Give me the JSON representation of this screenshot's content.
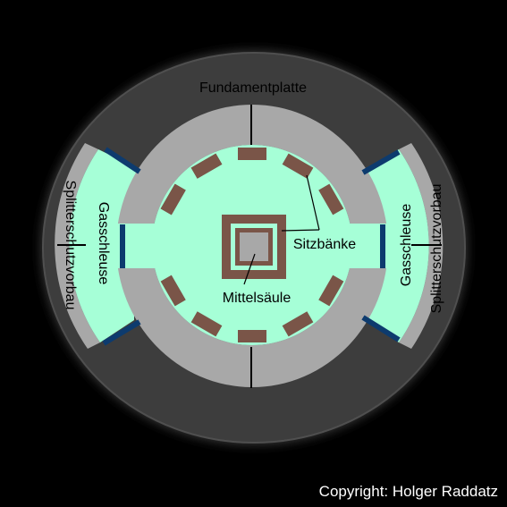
{
  "labels": {
    "foundation": "Fundamentplatte",
    "splinter_left": "Splitterschutzvorbau",
    "splinter_right": "Splitterschutzvorbau",
    "airlock_left": "Gasschleuse",
    "airlock_right": "Gasschleuse",
    "benches": "Sitzbänke",
    "center_column": "Mittelsäule"
  },
  "copyright": "Copyright: Holger Raddatz",
  "colors": {
    "background": "#000000",
    "foundation": "#3c3c3c",
    "wall": "#a8a8a8",
    "floor": "#a6ffd7",
    "bench": "#7a5548",
    "door": "#0d3b6e",
    "line": "#000000",
    "label_light": "#ffffff"
  },
  "icons": {
    "bench": "bench-shape",
    "door": "door-bar",
    "column": "square-column"
  }
}
